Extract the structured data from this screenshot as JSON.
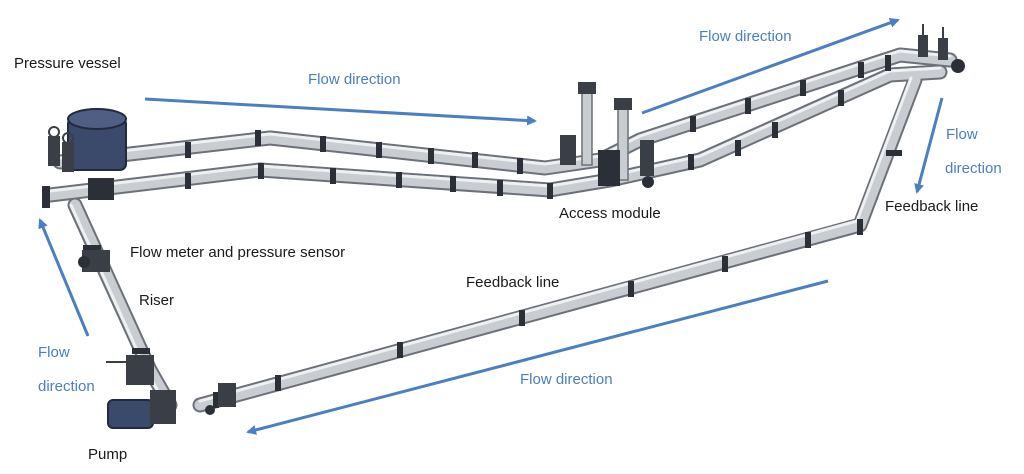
{
  "colors": {
    "arrow": "#4a7fc1",
    "pipe": "#c9ccd1",
    "pipe_edge": "#6c7078",
    "flange": "#2b2f38",
    "vessel": "#3b4a6b",
    "label_text": "#1a1a1a",
    "flow_text": "#4a7fc1"
  },
  "labels": {
    "pressure_vessel": "Pressure vessel",
    "access_module": "Access module",
    "feedback_line_right": "Feedback line",
    "feedback_line_bottom": "Feedback line",
    "flow_meter": "Flow meter and pressure sensor",
    "riser": "Riser",
    "pump": "Pump"
  },
  "flow": {
    "top_left": "Flow direction",
    "top_right": "Flow direction",
    "right_line1": "Flow",
    "right_line2": "direction",
    "left_line1": "Flow",
    "left_line2": "direction",
    "bottom": "Flow direction"
  }
}
